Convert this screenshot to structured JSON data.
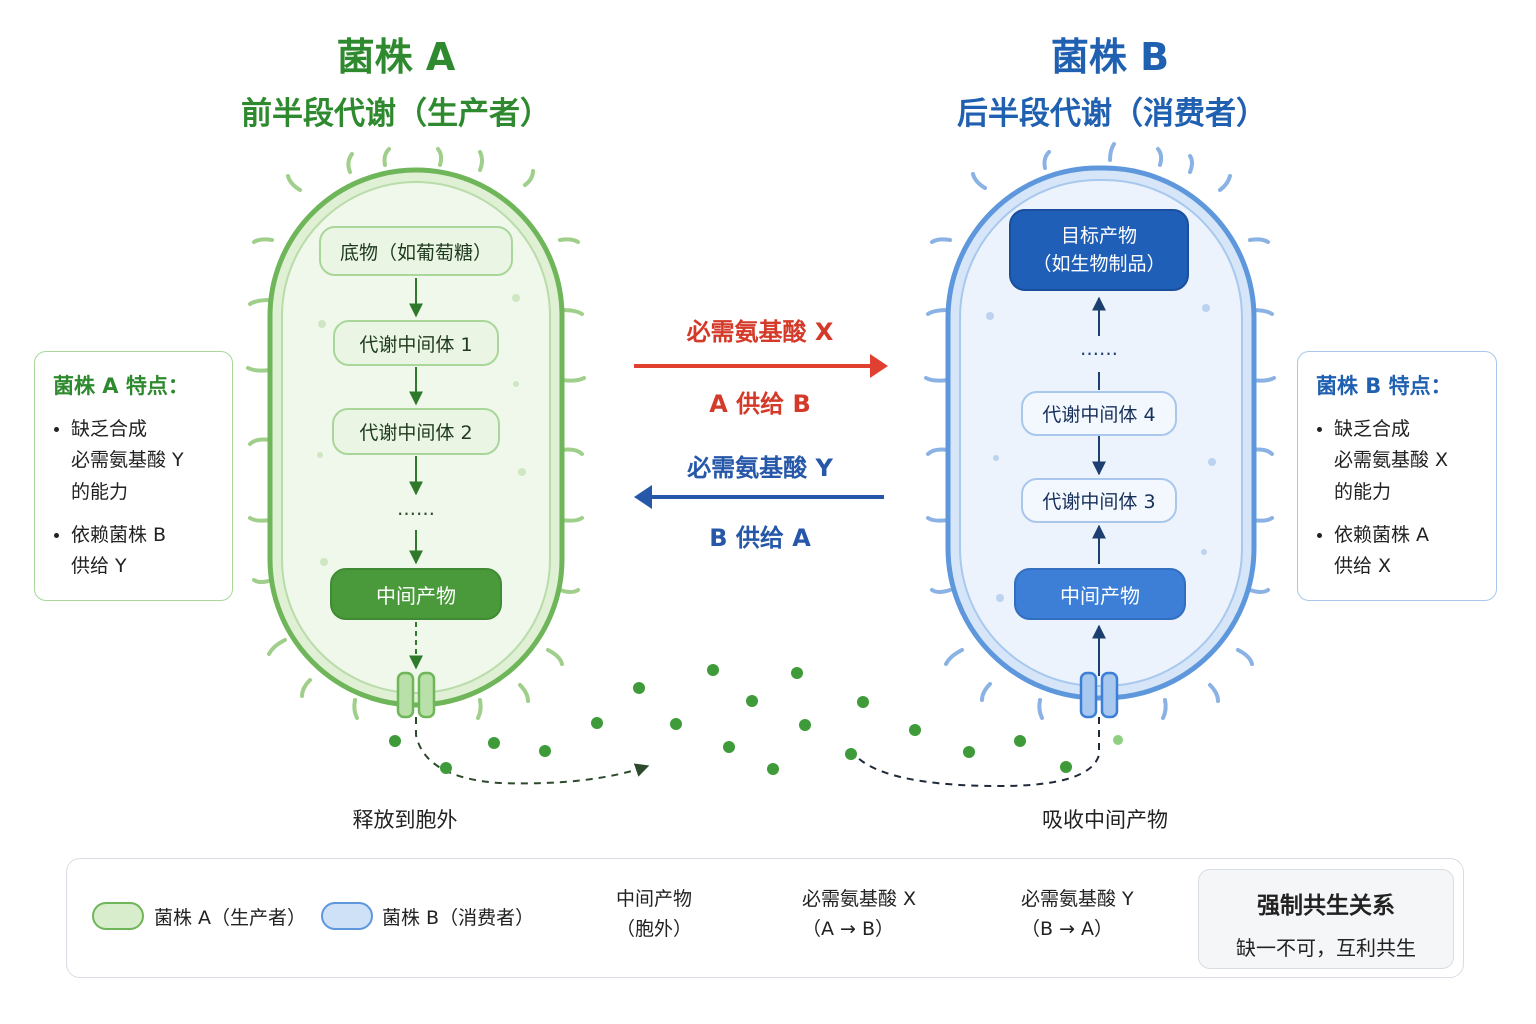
{
  "strain_a": {
    "title": "菌株 A",
    "subtitle": "前半段代谢（生产者）",
    "nodes": [
      "底物（如葡萄糖）",
      "代谢中间体 1",
      "代谢中间体 2",
      "……",
      "中间产物"
    ],
    "features_title": "菌株 A 特点：",
    "features": [
      [
        "缺乏合成",
        "必需氨基酸 Y",
        "的能力"
      ],
      [
        "依赖菌株 B",
        "供给 Y"
      ]
    ],
    "release_label": "释放到胞外"
  },
  "strain_b": {
    "title": "菌株 B",
    "subtitle": "后半段代谢（消费者）",
    "target_line1": "目标产物",
    "target_line2": "（如生物制品）",
    "nodes": [
      "……",
      "代谢中间体 4",
      "代谢中间体 3",
      "中间产物"
    ],
    "features_title": "菌株 B 特点：",
    "features": [
      [
        "缺乏合成",
        "必需氨基酸 X",
        "的能力"
      ],
      [
        "依赖菌株 A",
        "供给 X"
      ]
    ],
    "absorb_label": "吸收中间产物"
  },
  "exchange": {
    "x_label": "必需氨基酸 X",
    "x_sub": "A 供给 B",
    "y_label": "必需氨基酸 Y",
    "y_sub": "B 供给 A"
  },
  "legend": {
    "strain_a": "菌株 A（生产者）",
    "strain_b": "菌株 B（消费者）",
    "intermediate_line1": "中间产物",
    "intermediate_line2": "（胞外）",
    "x_line1": "必需氨基酸 X",
    "x_line2": "（A → B）",
    "y_line1": "必需氨基酸 Y",
    "y_line2": "（B → A）",
    "summary_title": "强制共生关系",
    "summary_sub": "缺一不可，互利共生"
  },
  "colors": {
    "green": "#2f8a2f",
    "blue": "#2060b0",
    "red": "#e04030",
    "dot_green": "#3f9a3a"
  }
}
